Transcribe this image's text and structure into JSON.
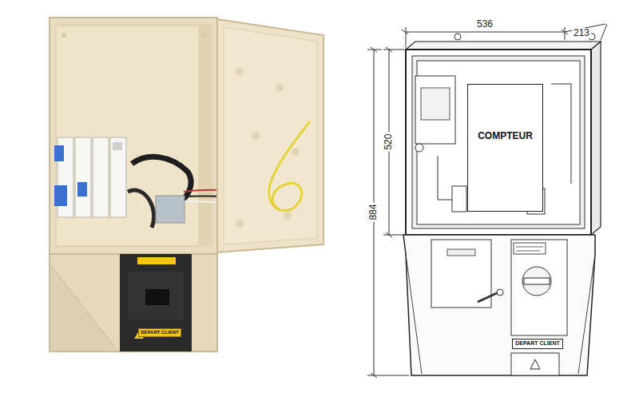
{
  "diagram": {
    "nodes": [
      {
        "text": [
          "DEPART CLIENT"
        ]
      },
      {
        "text": [
          "COMPTEUR"
        ]
      },
      {
        "text": [
          "DEPART CLIENT"
        ]
      }
    ],
    "labels": [
      "536",
      "213",
      "520",
      "884"
    ]
  }
}
